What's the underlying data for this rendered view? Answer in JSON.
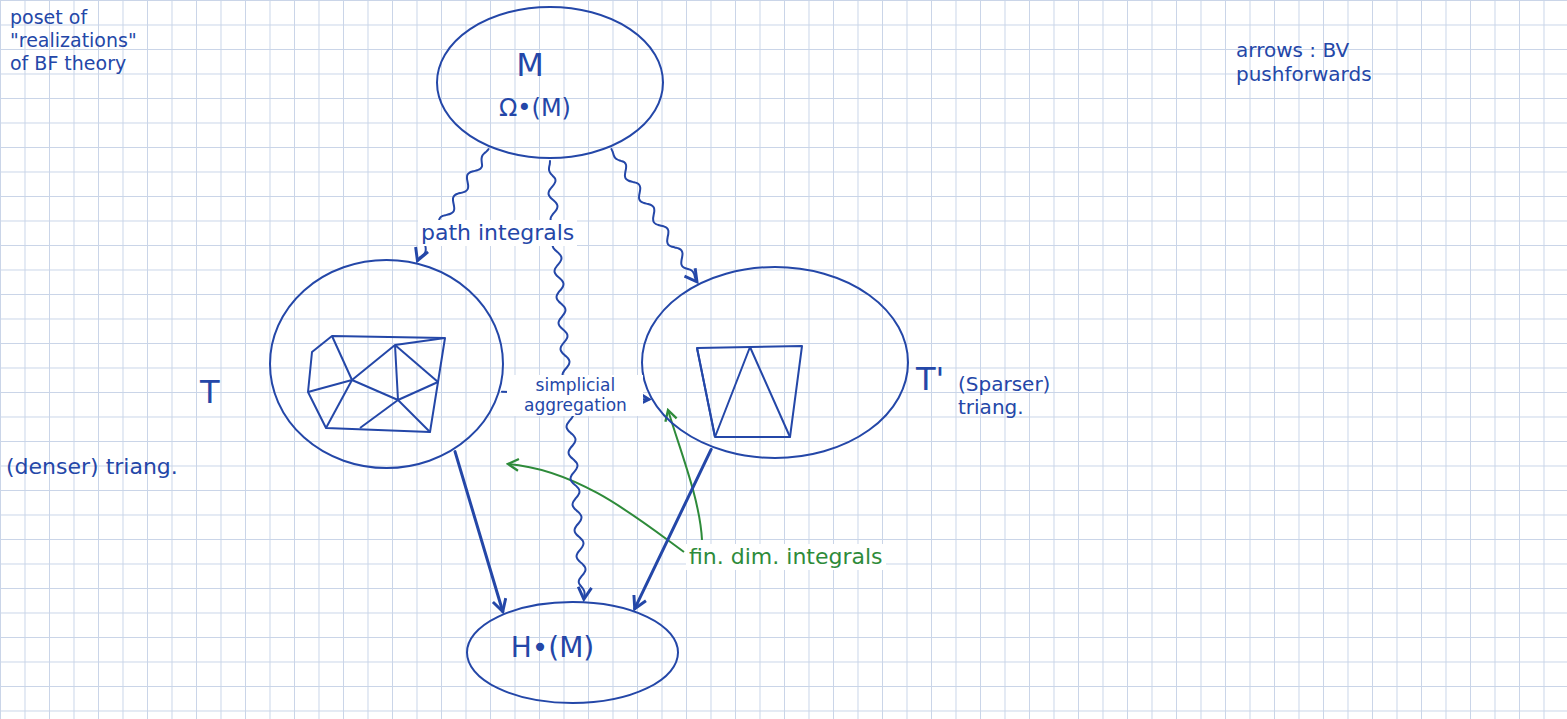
{
  "diagram": {
    "nodes": [
      {
        "text": [
          "M",
          "Ω•(M)"
        ]
      },
      {
        "text": [
          "T",
          "(denser) triang."
        ]
      },
      {
        "text": [
          "T'",
          "(Sparser) triang."
        ]
      },
      {
        "text": [
          "H•(M)"
        ]
      }
    ],
    "edges": [
      {
        "from": 0,
        "to": 1,
        "arrow": "to"
      },
      {
        "from": 0,
        "to": 2,
        "arrow": "to"
      },
      {
        "from": 0,
        "to": 3,
        "arrow": "to"
      },
      {
        "from": 1,
        "to": 2,
        "label": "simplicial aggregation",
        "arrow": "to"
      },
      {
        "from": 1,
        "to": 3,
        "arrow": "to"
      },
      {
        "from": 2,
        "to": 3,
        "arrow": "to"
      }
    ],
    "labels": [
      "poset of \"realizations\" of BF theory",
      "path integrals",
      "fin. dim. integrals",
      "arrows : BV pushforwards"
    ]
  }
}
